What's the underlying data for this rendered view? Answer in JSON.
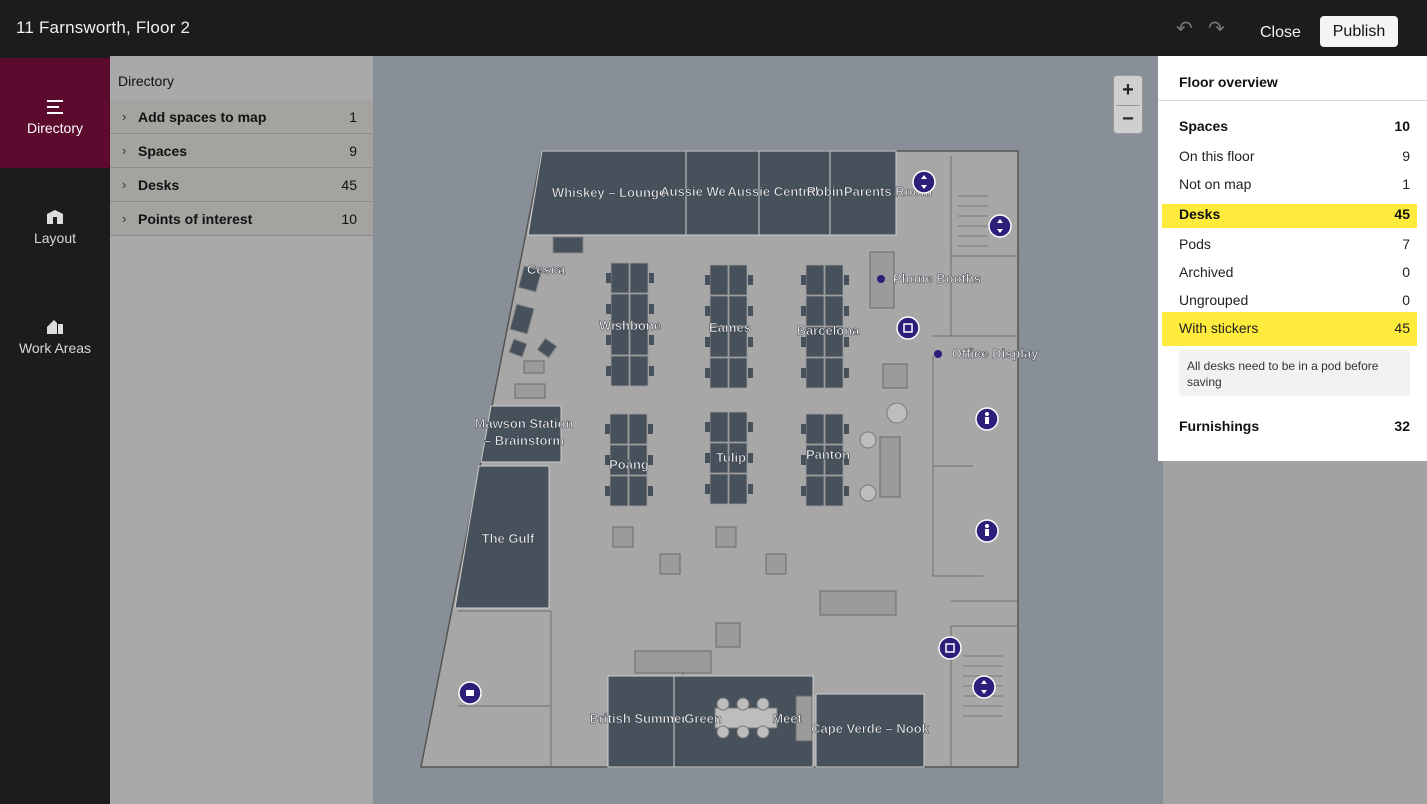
{
  "header": {
    "floor_title": "11 Farnsworth, Floor 2"
  },
  "nav": [
    {
      "label": "Directory",
      "icon": "directory-icon"
    },
    {
      "label": "Layout",
      "icon": "layout-icon"
    },
    {
      "label": "Work Areas",
      "icon": "work-areas-icon"
    }
  ],
  "directory": {
    "title": "Directory",
    "rows": [
      {
        "label": "Add spaces to map",
        "count": "1"
      },
      {
        "label": "Spaces",
        "count": "9"
      },
      {
        "label": "Desks",
        "count": "45"
      },
      {
        "label": "Points of interest",
        "count": "10"
      }
    ]
  },
  "toolbar": {
    "close_label": "Close",
    "publish_label": "Publish"
  },
  "overview": {
    "title": "Floor overview",
    "spaces": {
      "label": "Spaces",
      "count": "10"
    },
    "on_floor": {
      "label": "On this floor",
      "count": "9"
    },
    "not_on_map": {
      "label": "Not on map",
      "count": "1"
    },
    "desks": {
      "label": "Desks",
      "count": "45"
    },
    "pods": {
      "label": "Pods",
      "count": "7"
    },
    "archived": {
      "label": "Archived",
      "count": "0"
    },
    "ungrouped": {
      "label": "Ungrouped",
      "count": "0"
    },
    "with_stickers": {
      "label": "With stickers",
      "count": "45"
    },
    "note": "All desks need to be in a pod before saving",
    "furnishings": {
      "label": "Furnishings",
      "count": "32"
    }
  },
  "map": {
    "zoom_in": "+",
    "zoom_out": "−",
    "rooms": {
      "whiskey": "Whiskey – Lounge",
      "aussie_we": "Aussie We",
      "aussie_central": "Aussie Central",
      "robin": "Robin",
      "parents": "Parents Room",
      "mawson1": "Mawson Station",
      "mawson2": "– Brainstorm",
      "gulf": "The Gulf",
      "british": "British Summer",
      "green": "Green",
      "meet": "Meet",
      "cape": "Cape Verde – Nook"
    },
    "pods": {
      "cesca": "Cesca",
      "wishbone": "Wishbone",
      "eames": "Eames",
      "barcelona": "Barcelona",
      "poang": "Poäng",
      "tulip": "Tulip",
      "panton": "Panton"
    },
    "poi": {
      "phone": "Phone Booths",
      "office": "Office Display"
    }
  },
  "colors": {
    "accent_nav": "#5c0a2e",
    "highlight": "#ffeb3b",
    "marker": "#2b1f7a",
    "room": "#47515b"
  }
}
